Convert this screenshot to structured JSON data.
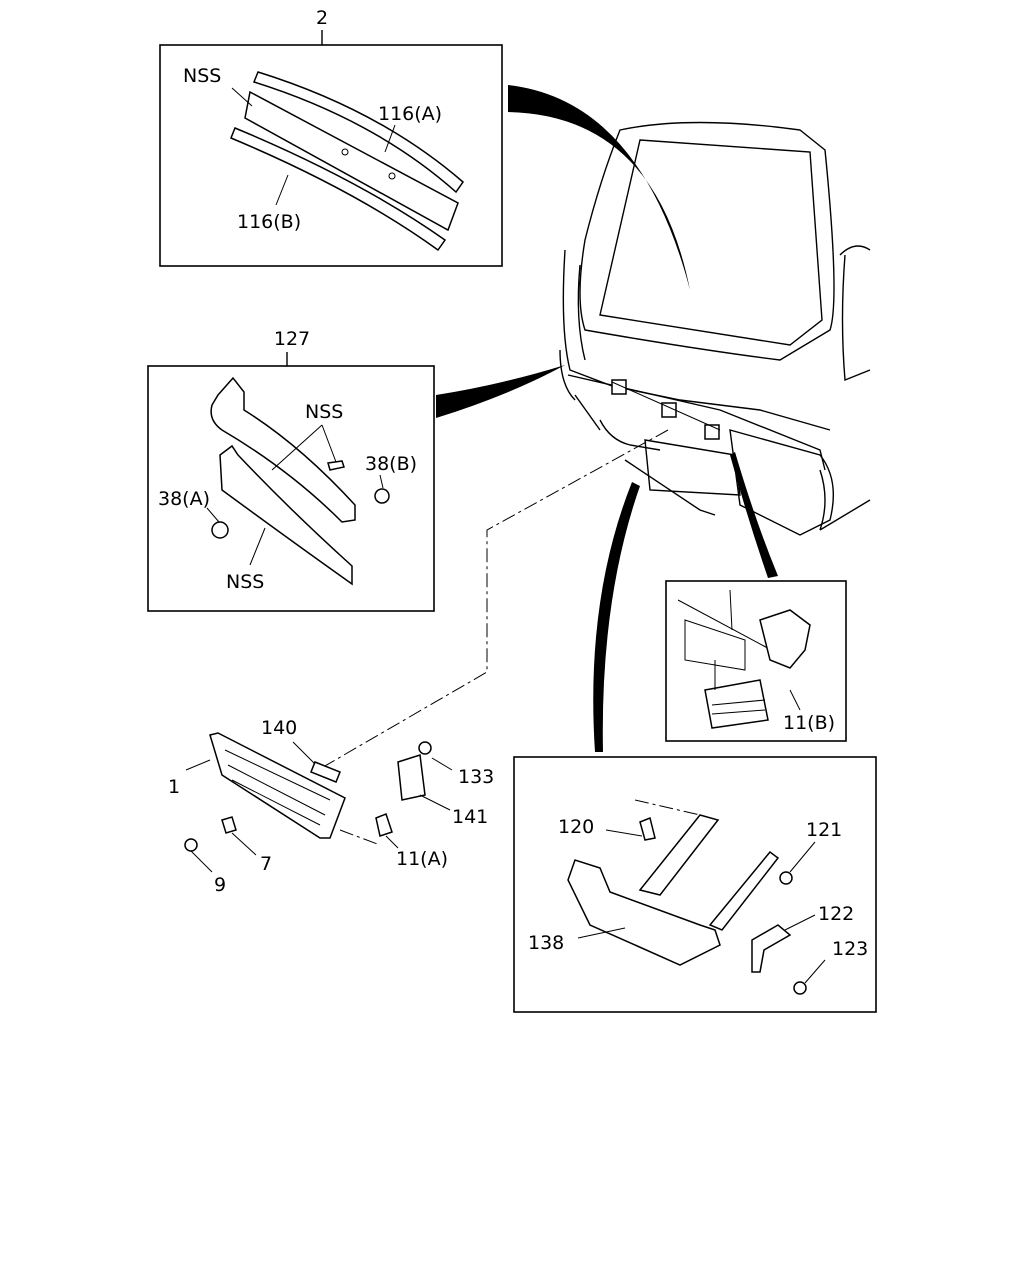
{
  "labels": {
    "item_2": "2",
    "nss_top": "NSS",
    "item_116a": "116(A)",
    "item_116b": "116(B)",
    "item_127": "127",
    "nss_mid_top": "NSS",
    "item_38b": "38(B)",
    "item_38a": "38(A)",
    "nss_mid_bottom": "NSS",
    "item_140": "140",
    "item_1": "1",
    "item_133": "133",
    "item_141": "141",
    "item_7": "7",
    "item_9": "9",
    "item_11a": "11(A)",
    "item_11b": "11(B)",
    "item_120": "120",
    "item_121": "121",
    "item_122": "122",
    "item_123": "123",
    "item_138": "138"
  }
}
